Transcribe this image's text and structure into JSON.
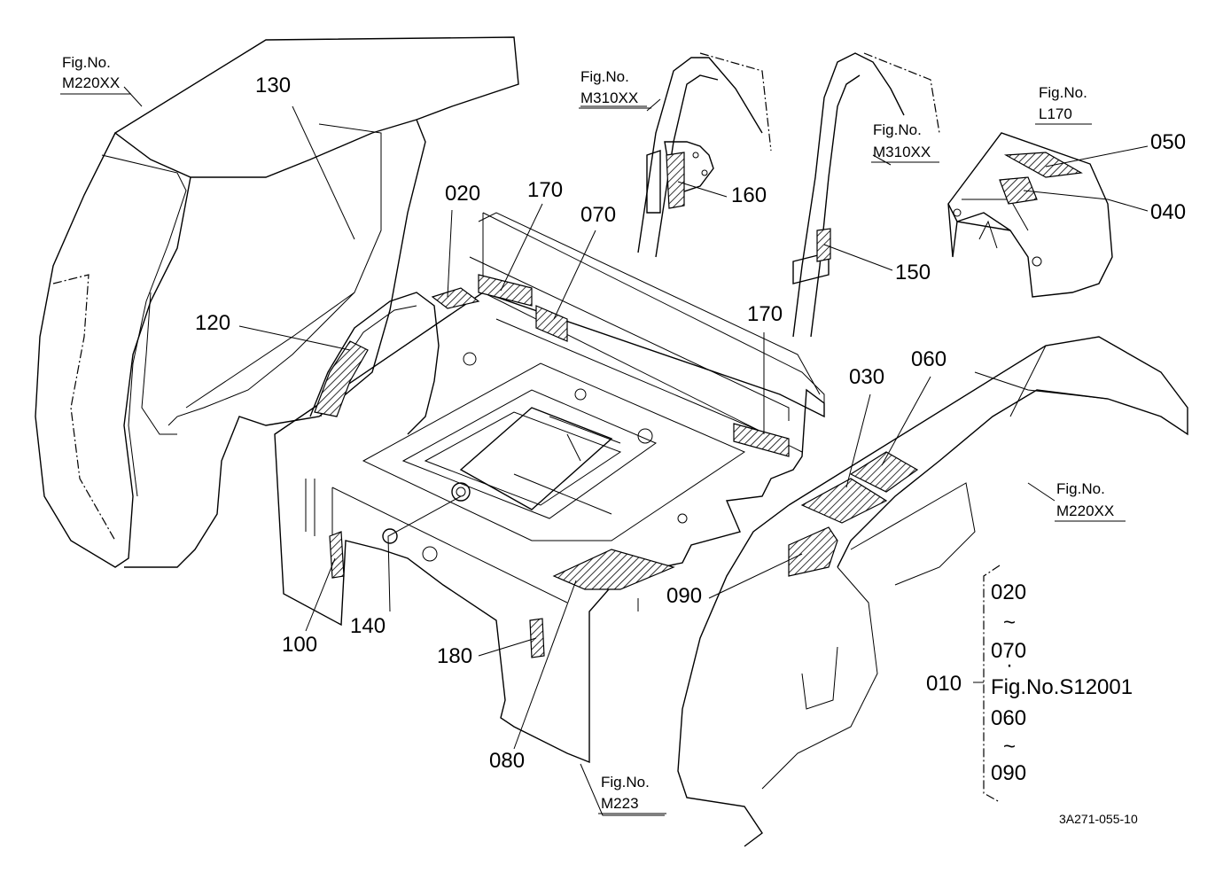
{
  "fig_refs": {
    "top_left": {
      "caption": "Fig.No.",
      "code": "M220XX"
    },
    "handle_left": {
      "caption": "Fig.No.",
      "code": "M310XX"
    },
    "handle_right": {
      "caption": "Fig.No.",
      "code": "M310XX"
    },
    "cover": {
      "caption": "Fig.No.",
      "code": "L170"
    },
    "fender_right": {
      "caption": "Fig.No.",
      "code": "M220XX"
    },
    "seat_base": {
      "caption": "Fig.No.",
      "code": "M223"
    }
  },
  "parts": {
    "p020": "020",
    "p030": "030",
    "p040": "040",
    "p050": "050",
    "p060": "060",
    "p070": "070",
    "p080": "080",
    "p090": "090",
    "p100": "100",
    "p120": "120",
    "p130": "130",
    "p140": "140",
    "p150": "150",
    "p160": "160",
    "p170a": "170",
    "p170b": "170",
    "p180": "180"
  },
  "bracket": {
    "main": "010",
    "from1": "020",
    "tilde1": "~",
    "to1": "070",
    "dot": "·",
    "fig": "Fig.No.S12001",
    "from2": "060",
    "tilde2": "~",
    "to2": "090"
  },
  "drawing_id": "3A271-055-10"
}
